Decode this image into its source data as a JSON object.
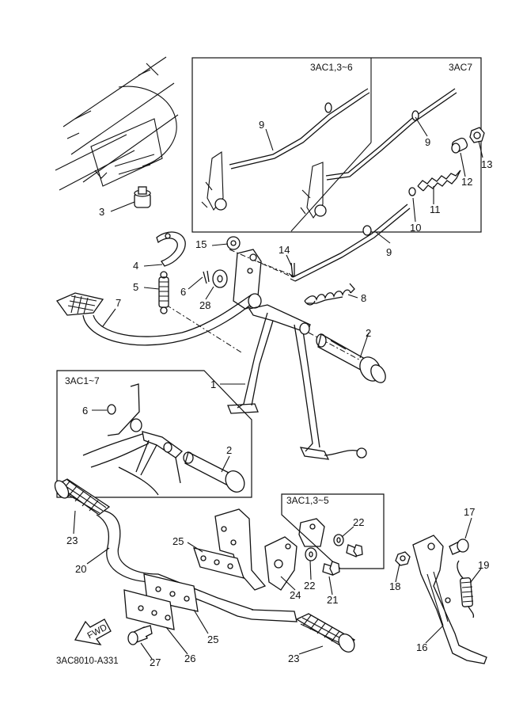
{
  "variants": {
    "box_top_left": "3AC1,3~6",
    "box_top_right": "3AC7",
    "box_middle_left": "3AC1~7",
    "box_bottom_right": "3AC1,3~5"
  },
  "callouts": [
    {
      "id": "c1",
      "text": "1"
    },
    {
      "id": "c2a",
      "text": "2"
    },
    {
      "id": "c2b",
      "text": "2"
    },
    {
      "id": "c3",
      "text": "3"
    },
    {
      "id": "c4",
      "text": "4"
    },
    {
      "id": "c5",
      "text": "5"
    },
    {
      "id": "c6a",
      "text": "6"
    },
    {
      "id": "c6b",
      "text": "6"
    },
    {
      "id": "c7",
      "text": "7"
    },
    {
      "id": "c8",
      "text": "8"
    },
    {
      "id": "c9a",
      "text": "9"
    },
    {
      "id": "c9b",
      "text": "9"
    },
    {
      "id": "c9c",
      "text": "9"
    },
    {
      "id": "c10",
      "text": "10"
    },
    {
      "id": "c11",
      "text": "11"
    },
    {
      "id": "c12",
      "text": "12"
    },
    {
      "id": "c13",
      "text": "13"
    },
    {
      "id": "c14",
      "text": "14"
    },
    {
      "id": "c15",
      "text": "15"
    },
    {
      "id": "c16",
      "text": "16"
    },
    {
      "id": "c17",
      "text": "17"
    },
    {
      "id": "c18",
      "text": "18"
    },
    {
      "id": "c19",
      "text": "19"
    },
    {
      "id": "c20",
      "text": "20"
    },
    {
      "id": "c21",
      "text": "21"
    },
    {
      "id": "c22a",
      "text": "22"
    },
    {
      "id": "c22b",
      "text": "22"
    },
    {
      "id": "c23a",
      "text": "23"
    },
    {
      "id": "c23b",
      "text": "23"
    },
    {
      "id": "c24",
      "text": "24"
    },
    {
      "id": "c25a",
      "text": "25"
    },
    {
      "id": "c25b",
      "text": "25"
    },
    {
      "id": "c26",
      "text": "26"
    },
    {
      "id": "c27",
      "text": "27"
    },
    {
      "id": "c28",
      "text": "28"
    }
  ],
  "fwd_label": "FWD",
  "drawing_code": "3AC8010-A331"
}
